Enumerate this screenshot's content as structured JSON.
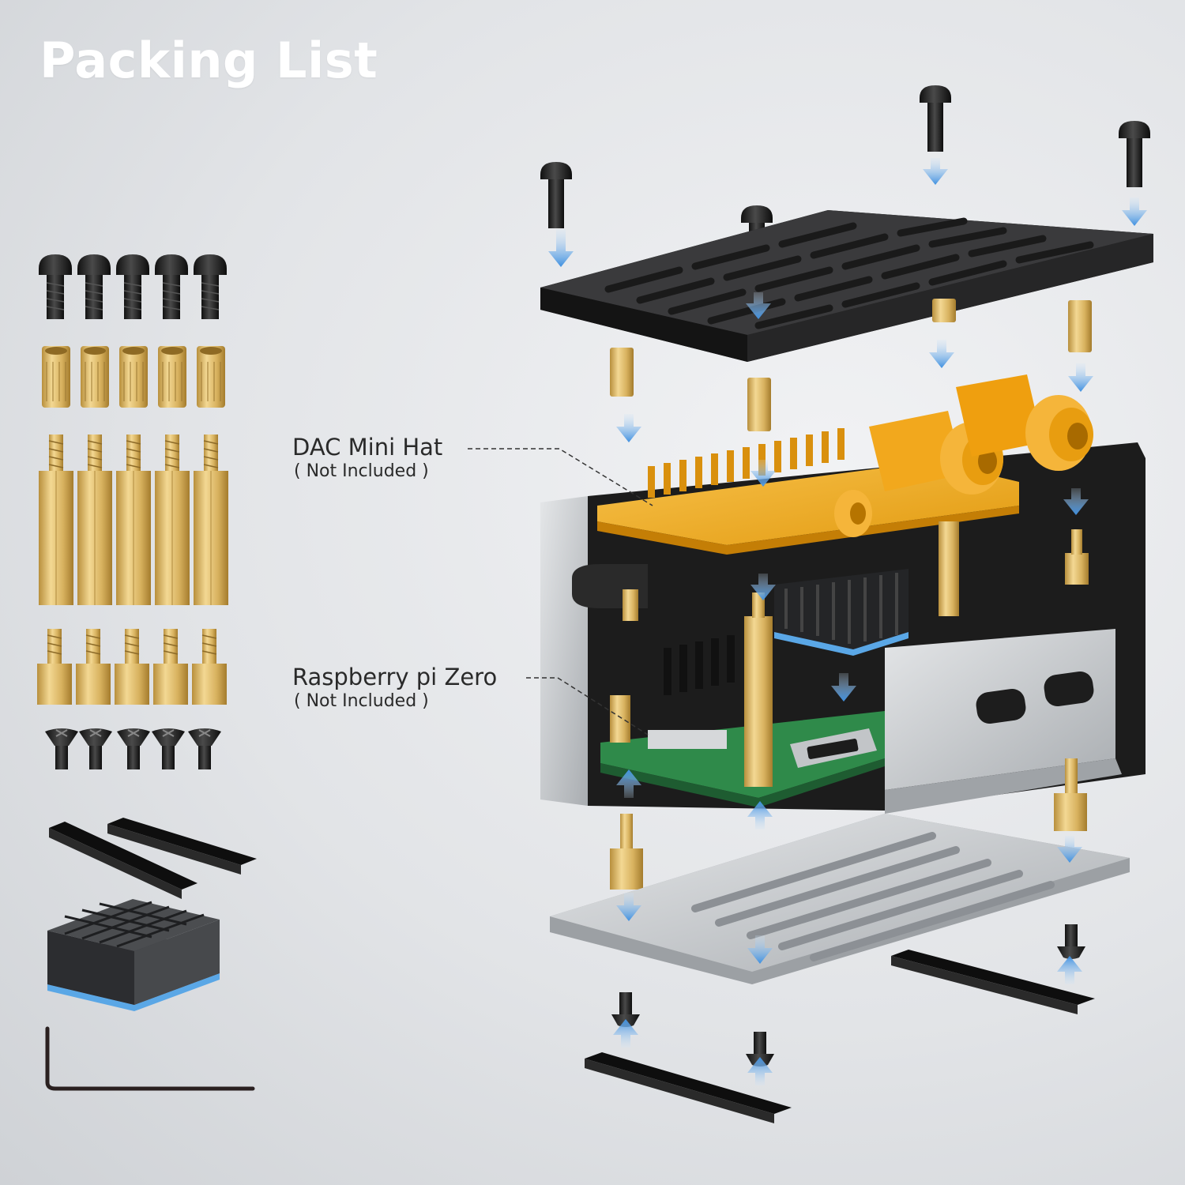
{
  "title": "Packing List",
  "callouts": {
    "dac": {
      "name": "DAC Mini Hat",
      "note": "( Not Included )"
    },
    "pi": {
      "name": "Raspberry pi Zero",
      "note": "( Not Included )"
    }
  },
  "colors": {
    "accent_arrow": "#3d8fe0",
    "brass": "#d9b35e",
    "screw": "#222222",
    "dac_board": "#f2a81d",
    "pi_board": "#2f8a4a",
    "aluminum": "#c7cacd",
    "acrylic_top": "#2b2b2b"
  },
  "packing_items": [
    {
      "icon": "hex-socket-screw-icon",
      "count": 5
    },
    {
      "icon": "brass-nut-insert-icon",
      "count": 5
    },
    {
      "icon": "long-brass-standoff-icon",
      "count": 5
    },
    {
      "icon": "short-brass-standoff-icon",
      "count": 5
    },
    {
      "icon": "countersunk-screw-icon",
      "count": 5
    },
    {
      "icon": "rubber-foot-strip-icon",
      "count": 2
    },
    {
      "icon": "heatsink-icon",
      "count": 1
    },
    {
      "icon": "allen-key-icon",
      "count": 1
    }
  ]
}
